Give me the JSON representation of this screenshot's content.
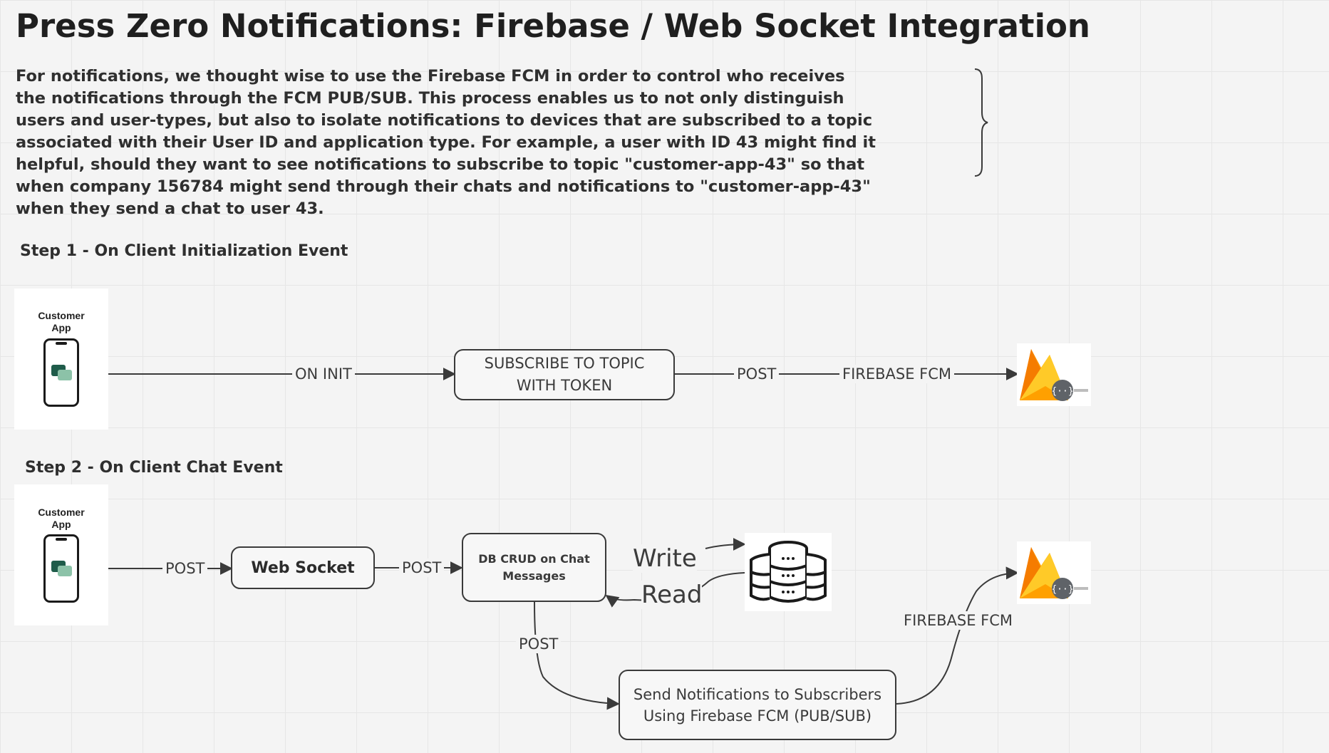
{
  "title": "Press Zero Notifications: Firebase / Web Socket Integration",
  "description": "For notifications, we thought wise to use the Firebase FCM in order to control who receives the notifications through the FCM PUB/SUB. This process enables us to not only distinguish users and user-types, but also to isolate notifications to devices that are subscribed to a topic associated with their User ID and application type. For example, a user with ID 43 might find it helpful, should they want to see notifications to subscribe to topic \"customer-app-43\" so that when company 156784 might send through their chats and notifications to \"customer-app-43\" when they send a chat to user 43.",
  "step1": {
    "heading": "Step 1 - On Client Initialization Event",
    "client_label": "Customer App",
    "edge_on_init": "ON INIT",
    "node_subscribe": "SUBSCRIBE TO TOPIC WITH TOKEN",
    "edge_post": "POST",
    "edge_firebase": "FIREBASE FCM"
  },
  "step2": {
    "heading": "Step 2 - On Client Chat Event",
    "client_label": "Customer App",
    "edge_post_1": "POST",
    "node_websocket": "Web Socket",
    "edge_post_2": "POST",
    "node_db_crud": "DB CRUD on Chat Messages",
    "edge_write": "Write",
    "edge_read": "Read",
    "edge_post_3": "POST",
    "node_send": "Send Notifications to Subscribers Using Firebase FCM (PUB/SUB)",
    "edge_firebase": "FIREBASE FCM"
  },
  "icons": {
    "client": "smartphone-chat-icon",
    "firebase": "firebase-flame-icon",
    "database": "database-servers-icon"
  },
  "colors": {
    "flame_orange": "#f6a01a",
    "flame_yellow": "#ffcb2b",
    "flame_red": "#f2811d",
    "chat_dark": "#1f5c4a",
    "chat_light": "#8cc2a8",
    "line": "#3a3a3a"
  }
}
